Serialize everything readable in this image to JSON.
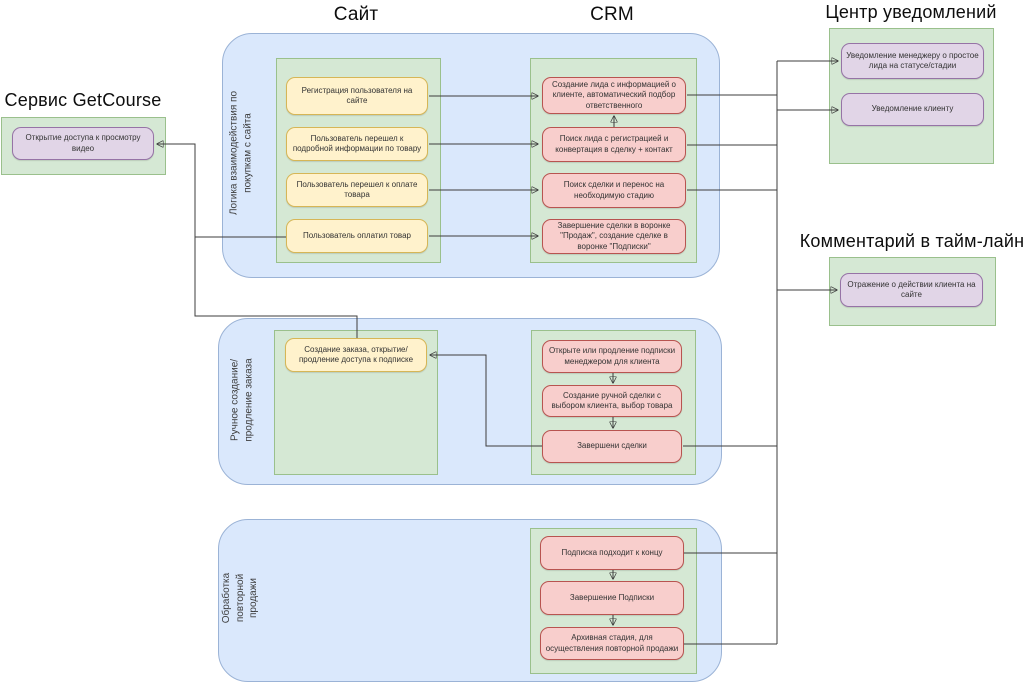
{
  "titles": {
    "site": "Сайт",
    "crm": "CRM",
    "notification_center": "Центр уведомлений",
    "getcourse_service": "Сервис GetCourse",
    "timeline_comment": "Комментарий в тайм-лайн"
  },
  "colors": {
    "container_fill": "#dae8fc",
    "container_border": "#9bb3d6",
    "group_fill": "#d5e8d4",
    "group_border": "#9ac08c",
    "site_step_fill": "#fff2cc",
    "site_step_border": "#d6b656",
    "crm_step_fill": "#f8cecc",
    "crm_step_border": "#b85450",
    "output_fill": "#e1d5e7",
    "output_border": "#9673a6",
    "connector": "#3d3d3d"
  },
  "purchase_logic": {
    "label": "Логика взаимодействия по\nпокупкам с сайта",
    "site_steps": [
      "Регистрация пользователя на сайте",
      "Пользователь перешел к подробной информации по товару",
      "Пользователь перешел к оплате товара",
      "Пользователь оплатил товар"
    ],
    "crm_steps": [
      "Создание лида с информацией о клиенте, автоматический подбор ответственного",
      "Поиск лида с регистрацией и конвертация в сделку + контакт",
      "Поиск сделки и перенос на необходимую стадию",
      "Завершение сделки в воронке \"Продаж\", создание сделке в воронке \"Подписки\""
    ]
  },
  "manual_order": {
    "label": "Ручное создание/\nпродление заказа",
    "site_steps": [
      "Создание заказа, открытие/продление доступа к подписке"
    ],
    "crm_steps": [
      "Открыте или продление подписки менеджером для клиента",
      "Создание ручной сделки с выбором клиента, выбор товара",
      "Завершени сделки"
    ]
  },
  "repeat_sale": {
    "label": "Обработка\nповторной\nпродажи",
    "crm_steps": [
      "Подписка подходит к концу",
      "Завершение Подписки",
      "Архивная стадия, для осуществления повторной продажи"
    ]
  },
  "getcourse": {
    "steps": [
      "Открытие доступа к просмотру видео"
    ]
  },
  "notification_center": {
    "steps": [
      "Уведомление менеджеру о простое лида на статусе/стадии",
      "Уведомление клиенту"
    ]
  },
  "timeline": {
    "steps": [
      "Отражение о действии клиента на сайте"
    ]
  }
}
